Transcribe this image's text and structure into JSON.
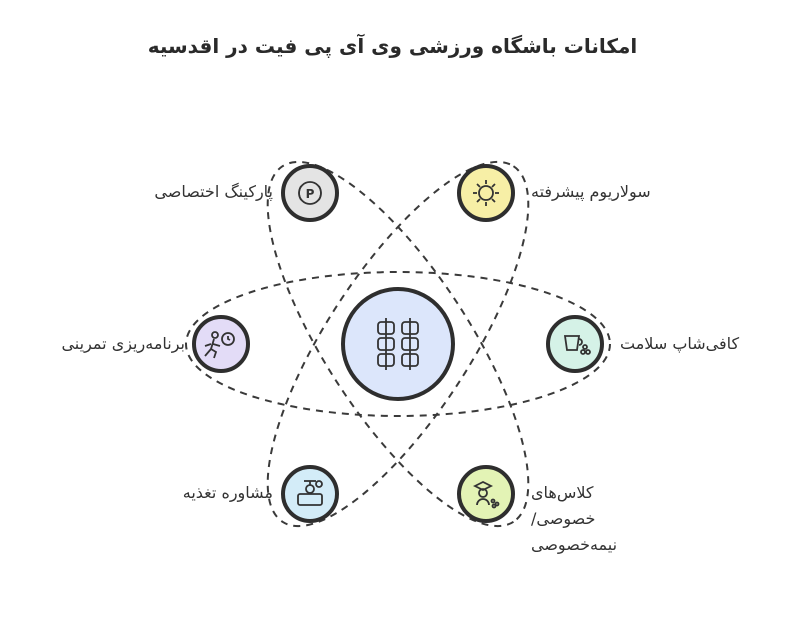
{
  "title": "امکانات باشگاه ورزشی وی آی پی فیت در اقدسیه",
  "center": {
    "icon": "gym-equipment-icon"
  },
  "features": [
    {
      "id": "parking",
      "label": "پارکینگ اختصاصی",
      "icon": "parking-icon",
      "color": "#e4e4e4"
    },
    {
      "id": "solarium",
      "label": "سولاریوم پیشرفته",
      "icon": "sun-gear-icon",
      "color": "#f7efa6"
    },
    {
      "id": "program",
      "label": "برنامه‌ریزی تمرینی",
      "icon": "runner-timer-icon",
      "color": "#e3dcf7"
    },
    {
      "id": "cafe",
      "label": "کافی‌شاپ سلامت",
      "icon": "coffee-cup-icon",
      "color": "#d5f2e7"
    },
    {
      "id": "nutrition",
      "label": "مشاوره تغذیه",
      "icon": "scale-icon",
      "color": "#d3ecf8"
    },
    {
      "id": "classes",
      "label_lines": [
        "کلاس‌های",
        "خصوصی/",
        "نیمه‌خصوصی"
      ],
      "icon": "trainer-icon",
      "color": "#e3f3b5"
    }
  ]
}
